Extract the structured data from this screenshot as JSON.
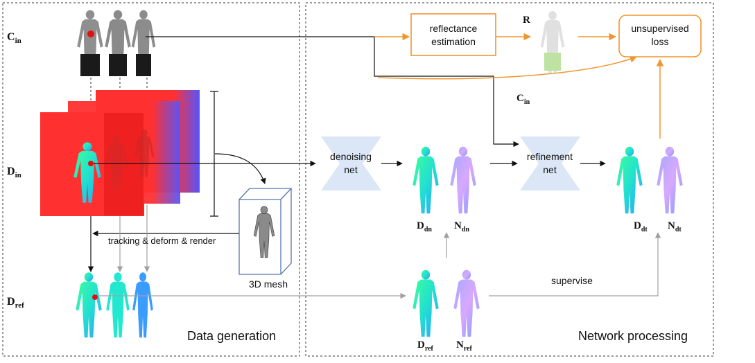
{
  "labels": {
    "c_in": {
      "main": "C",
      "sub": "in"
    },
    "d_in": {
      "main": "D",
      "sub": "in"
    },
    "d_ref": {
      "main": "D",
      "sub": "ref"
    },
    "c_in_mid": {
      "main": "C",
      "sub": "in"
    },
    "r": "R",
    "d_dn": {
      "main": "D",
      "sub": "dn"
    },
    "n_dn": {
      "main": "N",
      "sub": "dn"
    },
    "d_dt": {
      "main": "D",
      "sub": "dt"
    },
    "n_dt": {
      "main": "N",
      "sub": "dt"
    },
    "d_ref_mid": {
      "main": "D",
      "sub": "ref"
    },
    "n_ref": {
      "main": "N",
      "sub": "ref"
    }
  },
  "boxes": {
    "reflectance_line1": "reflectance",
    "reflectance_line2": "estimation",
    "loss_line1": "unsupervised",
    "loss_line2": "loss",
    "denoise_line1": "denoising",
    "denoise_line2": "net",
    "refine_line1": "refinement",
    "refine_line2": "net"
  },
  "annotations": {
    "tracking": "tracking & deform & render",
    "mesh": "3D mesh",
    "supervise": "supervise"
  },
  "panels": {
    "left_title": "Data generation",
    "right_title": "Network processing"
  },
  "colors": {
    "orange": "#f0962d",
    "net_fill": "#dbe7f6",
    "depth_red": "#ff2d2d",
    "depth_blue": "#4d4dff",
    "gray_arrow": "#a0a0a0"
  }
}
